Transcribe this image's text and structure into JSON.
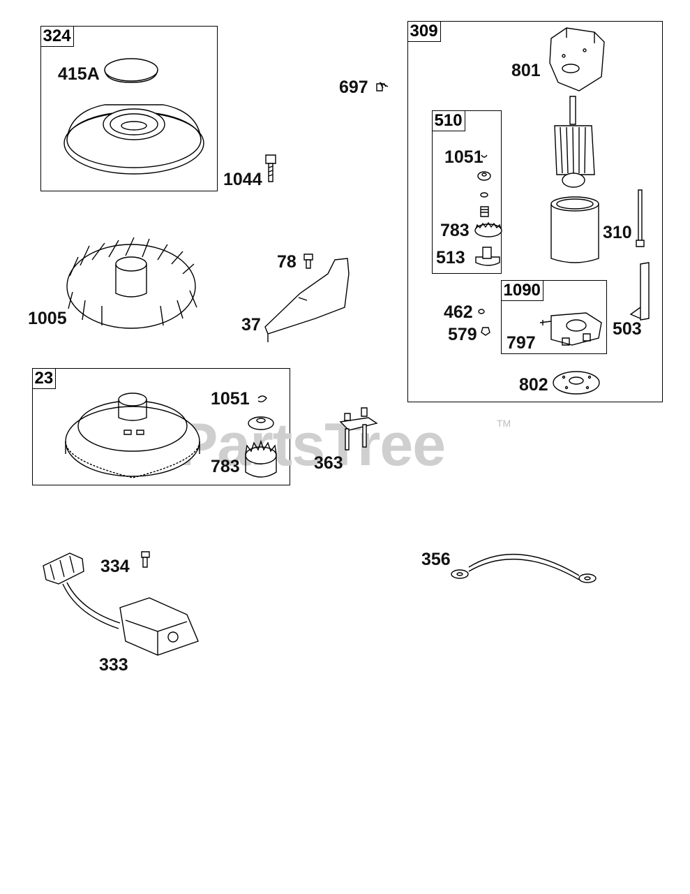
{
  "watermark": {
    "text": "PartsTree",
    "tm": "TM"
  },
  "boxes": {
    "b324": "324",
    "b309": "309",
    "b510": "510",
    "b1090": "1090",
    "b23": "23"
  },
  "labels": {
    "p415a": "415A",
    "p697": "697",
    "p1044": "1044",
    "p801": "801",
    "p1051a": "1051",
    "p783a": "783",
    "p513": "513",
    "p310": "310",
    "p78": "78",
    "p37": "37",
    "p1005": "1005",
    "p462": "462",
    "p579": "579",
    "p797": "797",
    "p503": "503",
    "p802": "802",
    "p1051b": "1051",
    "p783b": "783",
    "p363": "363",
    "p334": "334",
    "p356": "356",
    "p333": "333"
  },
  "colors": {
    "line": "#000000",
    "watermark": "#cfcfcf",
    "background": "#ffffff"
  }
}
